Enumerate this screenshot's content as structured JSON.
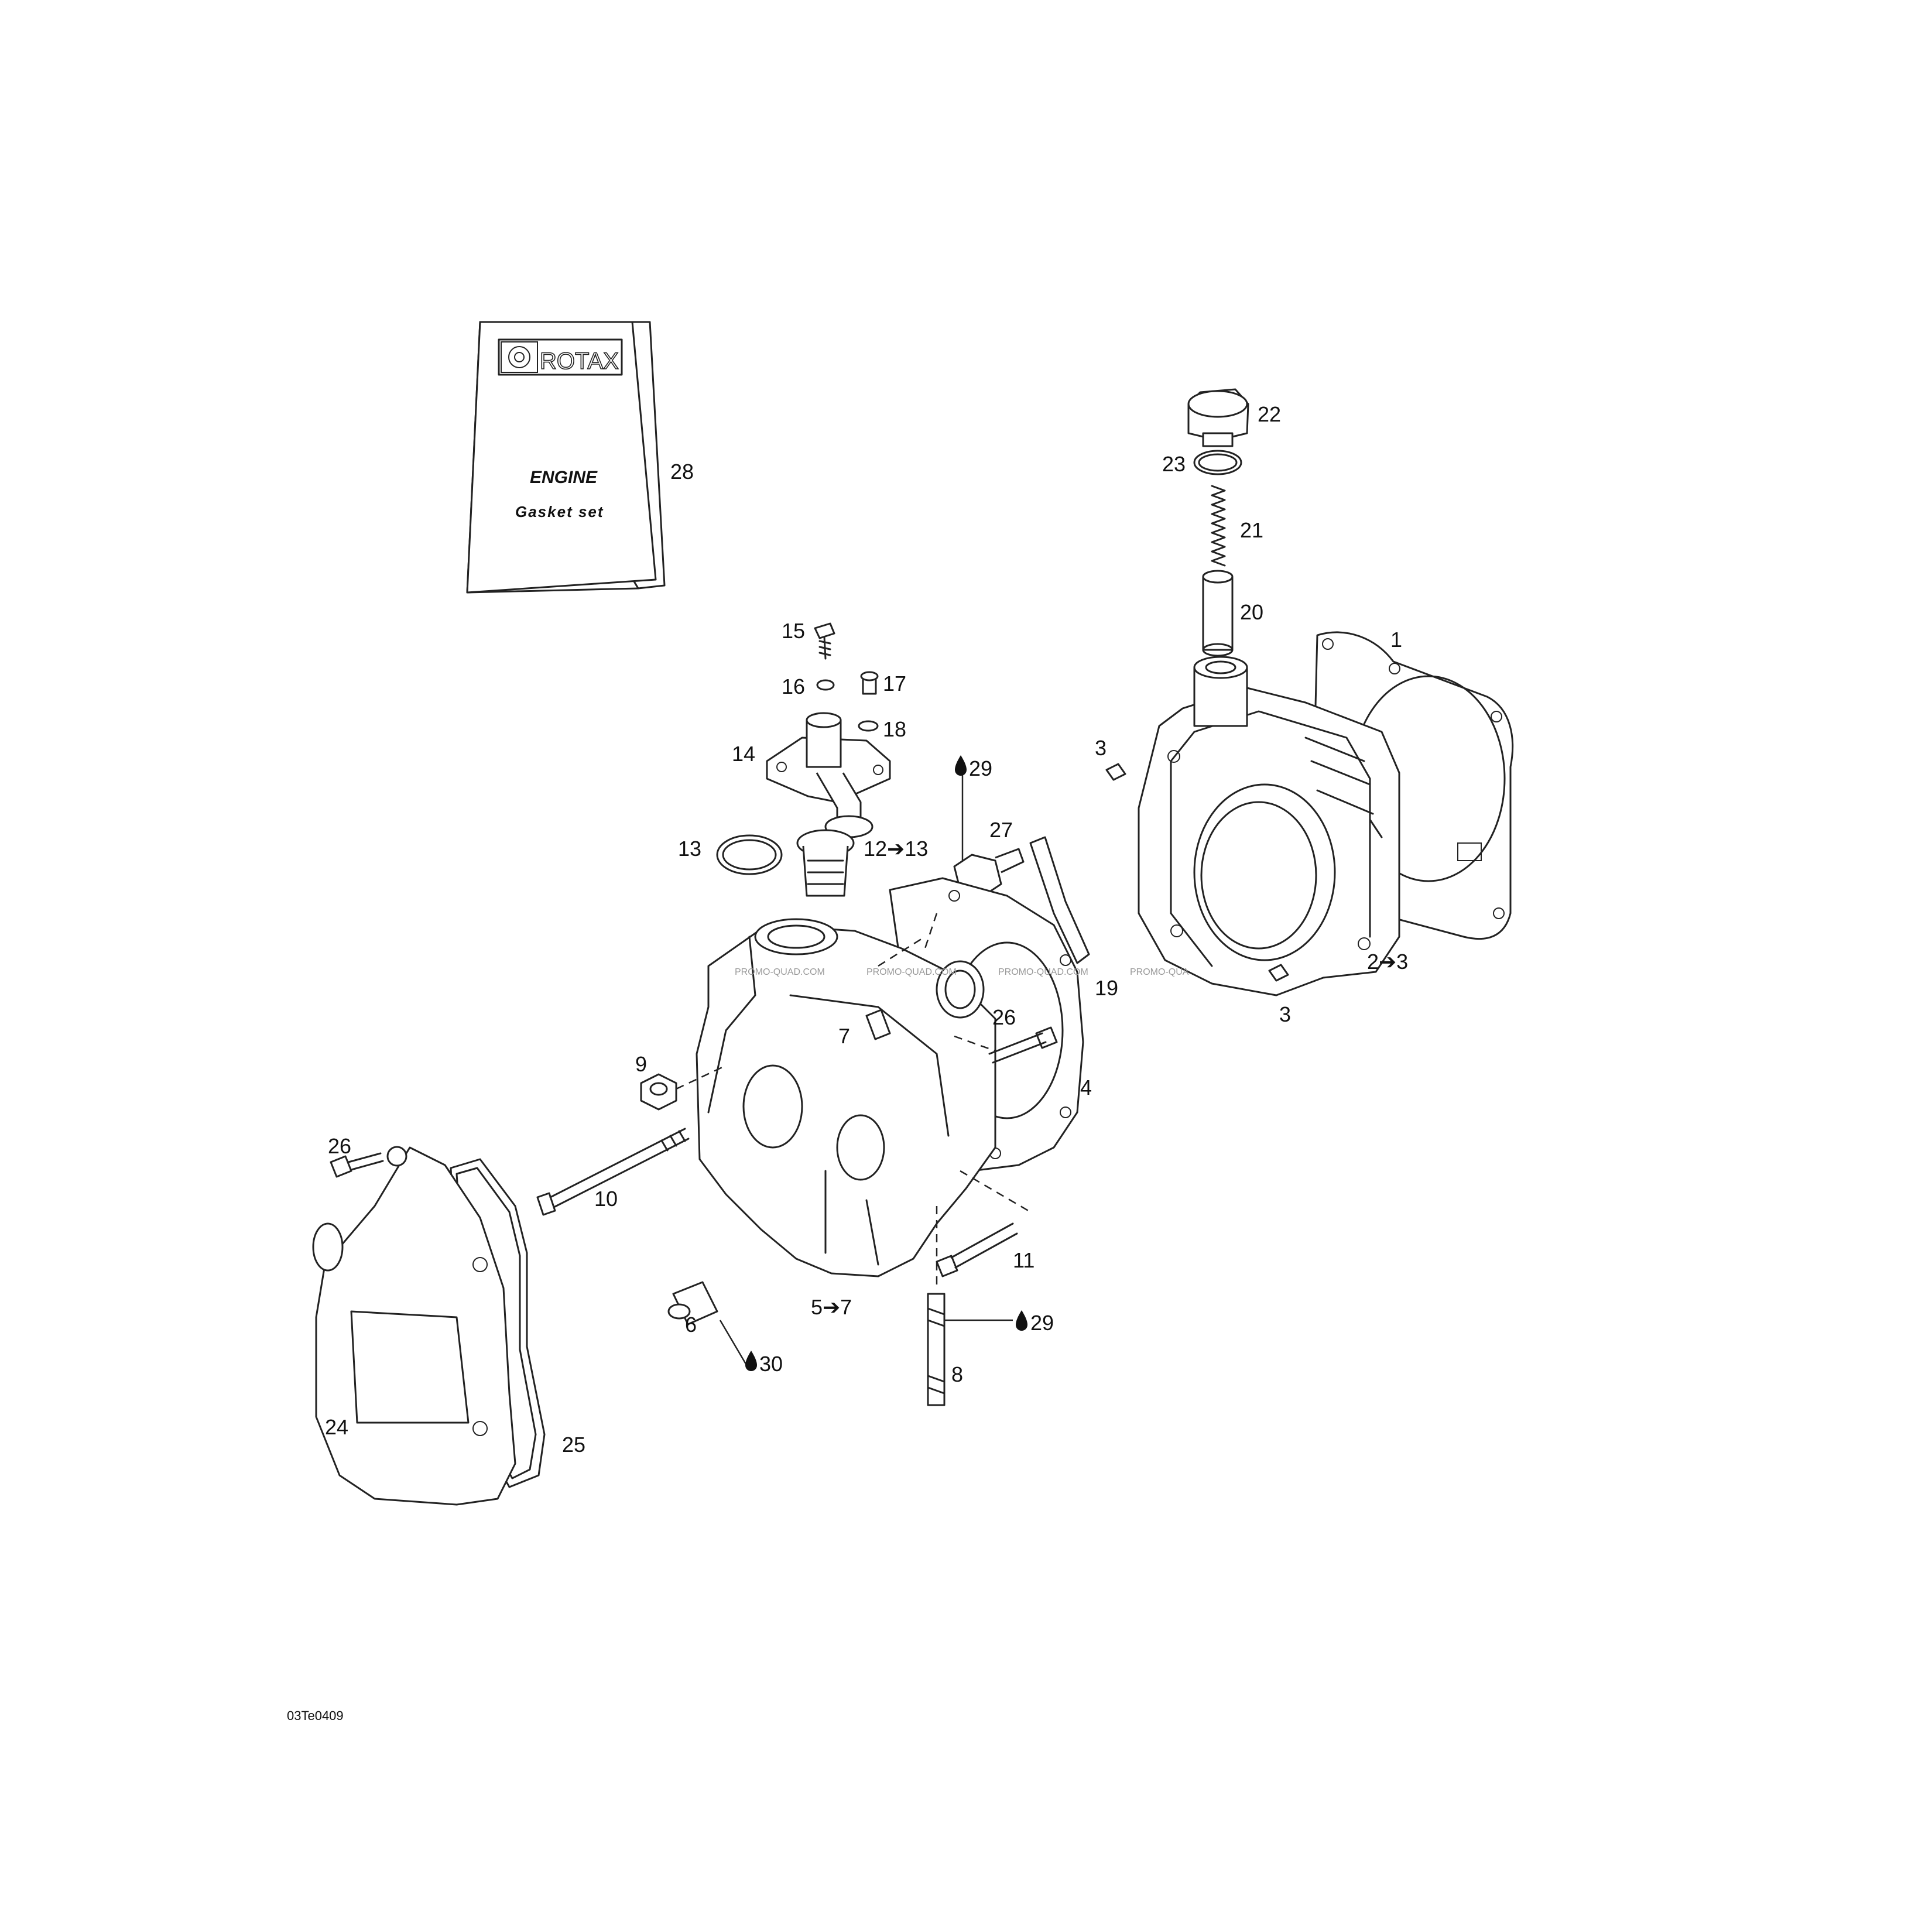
{
  "diagram": {
    "code": "03Te0409",
    "watermarks": [
      "PROMO-QUAD.COM",
      "PROMO-QUAD.COM",
      "PROMO-QUAD.COM",
      "PROMO-QUA"
    ],
    "book": {
      "brand": "ROTAX",
      "line1": "ENGINE",
      "line2": "Gasket set"
    },
    "callouts": {
      "c1": "1",
      "c2": "2➔3",
      "c3a": "3",
      "c3b": "3",
      "c4": "4",
      "c5": "5➔7",
      "c6": "6",
      "c7": "7",
      "c8": "8",
      "c9": "9",
      "c10": "10",
      "c11": "11",
      "c12": "12➔13",
      "c13": "13",
      "c14": "14",
      "c15": "15",
      "c16": "16",
      "c17": "17",
      "c18": "18",
      "c19": "19",
      "c20": "20",
      "c21": "21",
      "c22": "22",
      "c23": "23",
      "c24": "24",
      "c25": "25",
      "c26a": "26",
      "c26b": "26",
      "c27": "27",
      "c28": "28",
      "c29a": "29",
      "c29b": "29",
      "c30": "30"
    },
    "icons": {
      "drop": "oil-drop-icon",
      "arrow": "arrow-right-icon"
    }
  }
}
